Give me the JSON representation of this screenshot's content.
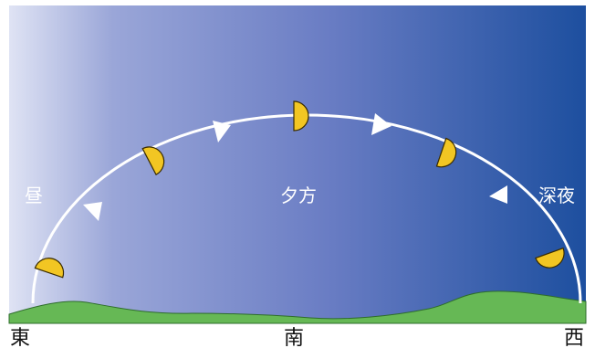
{
  "labels": {
    "time_of_day": {
      "left": "昼",
      "center": "夕方",
      "right": "深夜"
    },
    "directions": {
      "east": "東",
      "south": "南",
      "west": "西"
    }
  },
  "colors": {
    "sky_light": "#dfe3f4",
    "sky_mid": "#7f8fc9",
    "sky_dark": "#1d4f9f",
    "ground": "#66b855",
    "ground_edge": "#2e6d2b",
    "sun": "#f2c623",
    "sun_edge": "#3a2c00",
    "path": "#ffffff"
  }
}
